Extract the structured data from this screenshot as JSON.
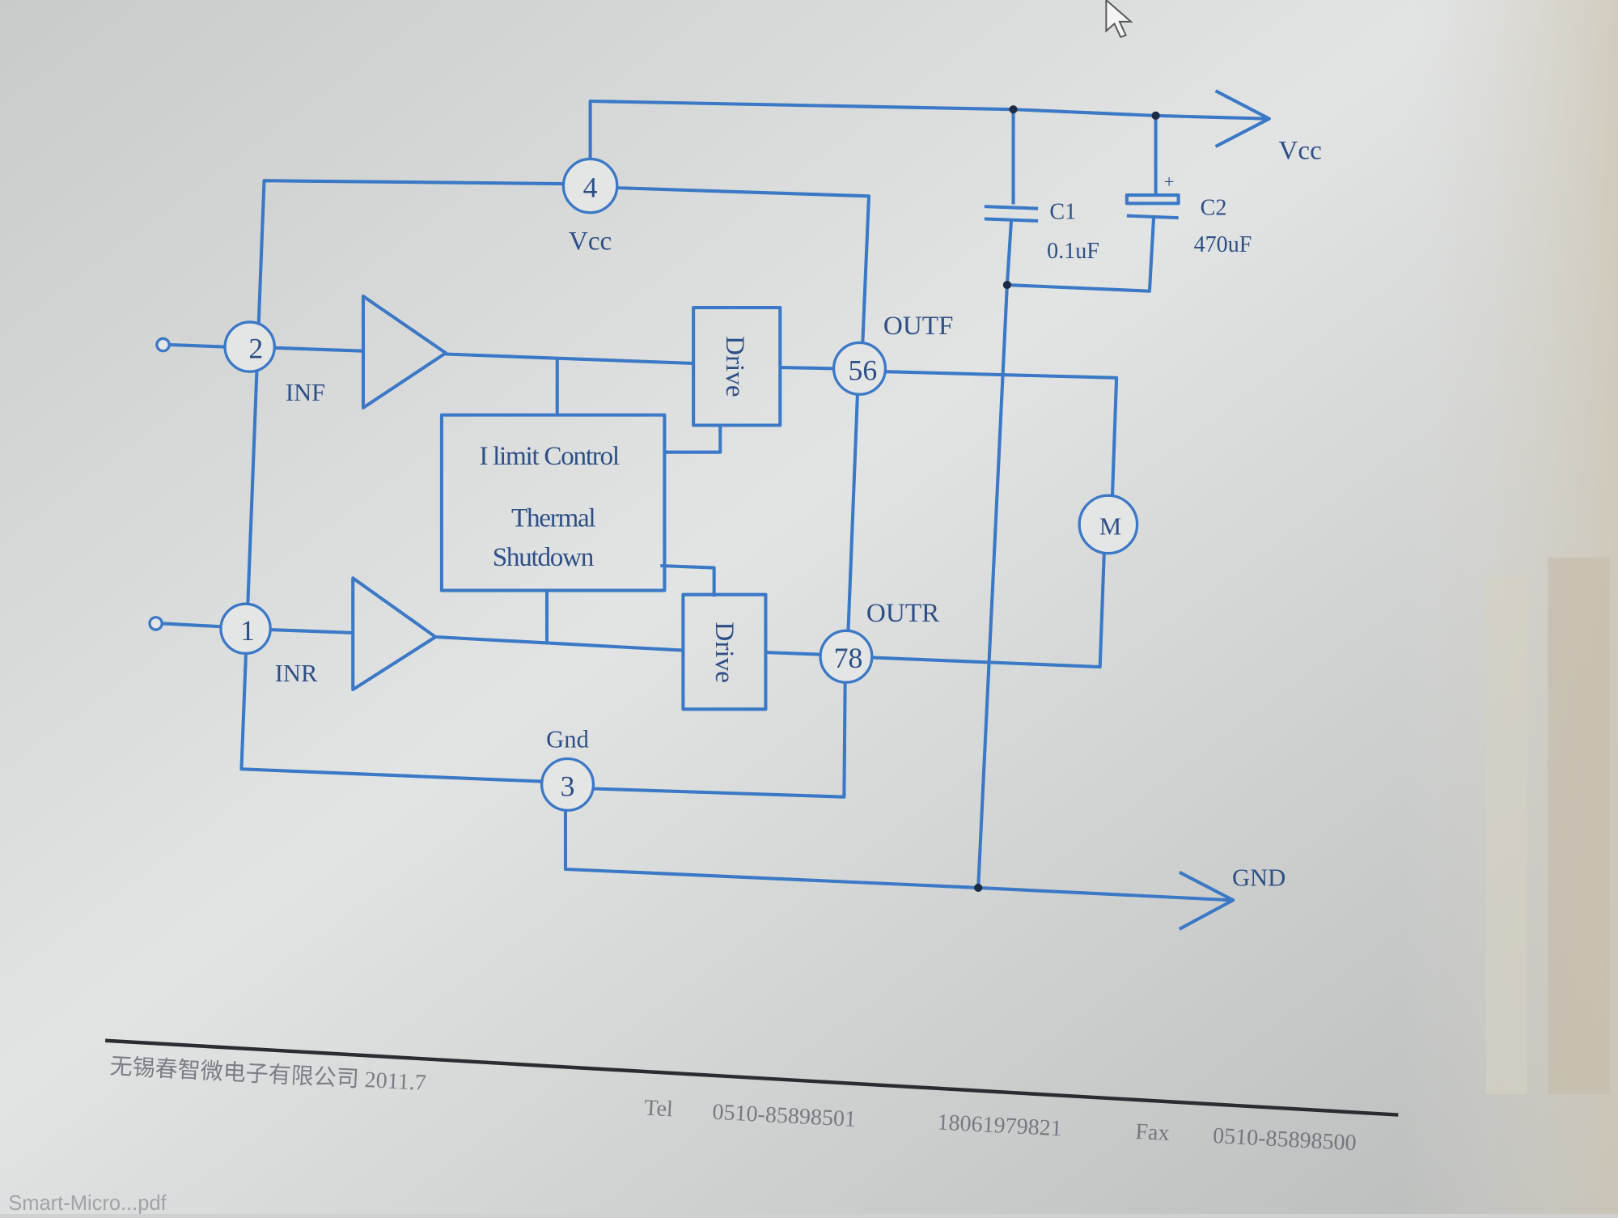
{
  "schematic": {
    "pins": {
      "vcc_pin": "4",
      "inf_pin": "2",
      "inr_pin": "1",
      "gnd_pin": "3",
      "outf_pin": "56",
      "outr_pin": "78"
    },
    "labels": {
      "vcc_top": "Vcc",
      "vcc_pin": "Vcc",
      "inf": "INF",
      "inr": "INR",
      "gnd_pin": "Gnd",
      "outf": "OUTF",
      "outr": "OUTR",
      "gnd_rail": "GND",
      "motor": "M",
      "drive_top": "Drive",
      "drive_bottom": "Drive",
      "control_line1": "I limit Control",
      "control_line2": "Thermal",
      "control_line3": "Shutdown",
      "c1_name": "C1",
      "c1_value": "0.1uF",
      "c2_name": "C2",
      "c2_value": "470uF",
      "c2_polarity": "+"
    },
    "wire_color": "#3b78c6"
  },
  "footer": {
    "company": "无锡春智微电子有限公司 2011.7",
    "tel_label": "Tel",
    "tel": "0510-85898501",
    "mobile": "18061979821",
    "fax_label": "Fax",
    "fax": "0510-85898500"
  },
  "taskbar": {
    "file_name": "Smart-Micro...pdf"
  }
}
